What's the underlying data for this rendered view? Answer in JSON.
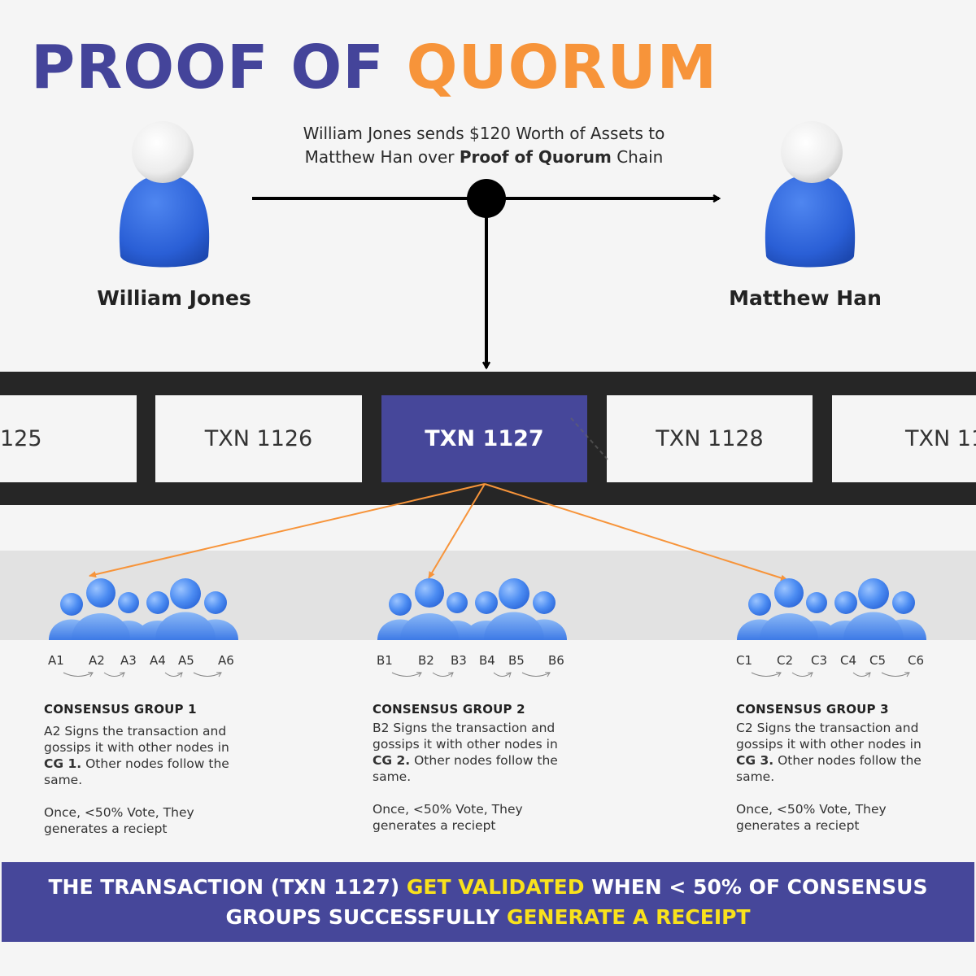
{
  "title": {
    "part1": "PROOF OF",
    "part2": "QUORUM"
  },
  "description": {
    "line1": "William Jones sends $120 Worth of Assets to",
    "line2_pre": "Matthew Han over ",
    "line2_bold": "Proof of Quorum",
    "line2_post": " Chain"
  },
  "sender": {
    "name": "William Jones"
  },
  "receiver": {
    "name": "Matthew Han"
  },
  "blocks": [
    "125",
    "TXN 1126",
    "TXN 1127",
    "TXN 1128",
    "TXN 11"
  ],
  "active_block_index": 2,
  "groups": [
    {
      "nodes": [
        "A1",
        "A2",
        "A3",
        "A4",
        "A5",
        "A6"
      ],
      "title": "CONSENSUS GROUP 1",
      "line1": "A2 Signs the transaction and gossips it with other nodes in",
      "cg_bold": "CG 1.",
      "line2": " Other nodes follow the same.",
      "vote_text": "Once, <50% Vote, They generates a reciept"
    },
    {
      "nodes": [
        "B1",
        "B2",
        "B3",
        "B4",
        "B5",
        "B6"
      ],
      "title": "CONSENSUS GROUP 2",
      "line1": "B2 Signs the transaction and gossips it with other nodes in",
      "cg_bold": "CG 2.",
      "line2": " Other nodes follow the same.",
      "vote_text": "Once, <50% Vote, They generates a reciept"
    },
    {
      "nodes": [
        "C1",
        "C2",
        "C3",
        "C4",
        "C5",
        "C6"
      ],
      "title": "CONSENSUS GROUP 3",
      "line1": "C2 Signs the transaction and gossips it with other nodes in",
      "cg_bold": "CG 3.",
      "line2": " Other nodes follow the same.",
      "vote_text": "Once, <50% Vote, They generates a reciept"
    }
  ],
  "footer": {
    "l1_a": "THE TRANSACTION (TXN 1127) ",
    "l1_b": "GET VALIDATED",
    "l1_c": " WHEN < 50% OF CONSENSUS",
    "l2_a": "GROUPS SUCCESSFULLY ",
    "l2_b": "GENERATE A RECEIPT"
  },
  "colors": {
    "title_dark": "#44449a",
    "title_orange": "#f7943a",
    "block_active": "#46479a",
    "arrow_orange": "#f7943a",
    "footer_highlight": "#f9e21c"
  }
}
